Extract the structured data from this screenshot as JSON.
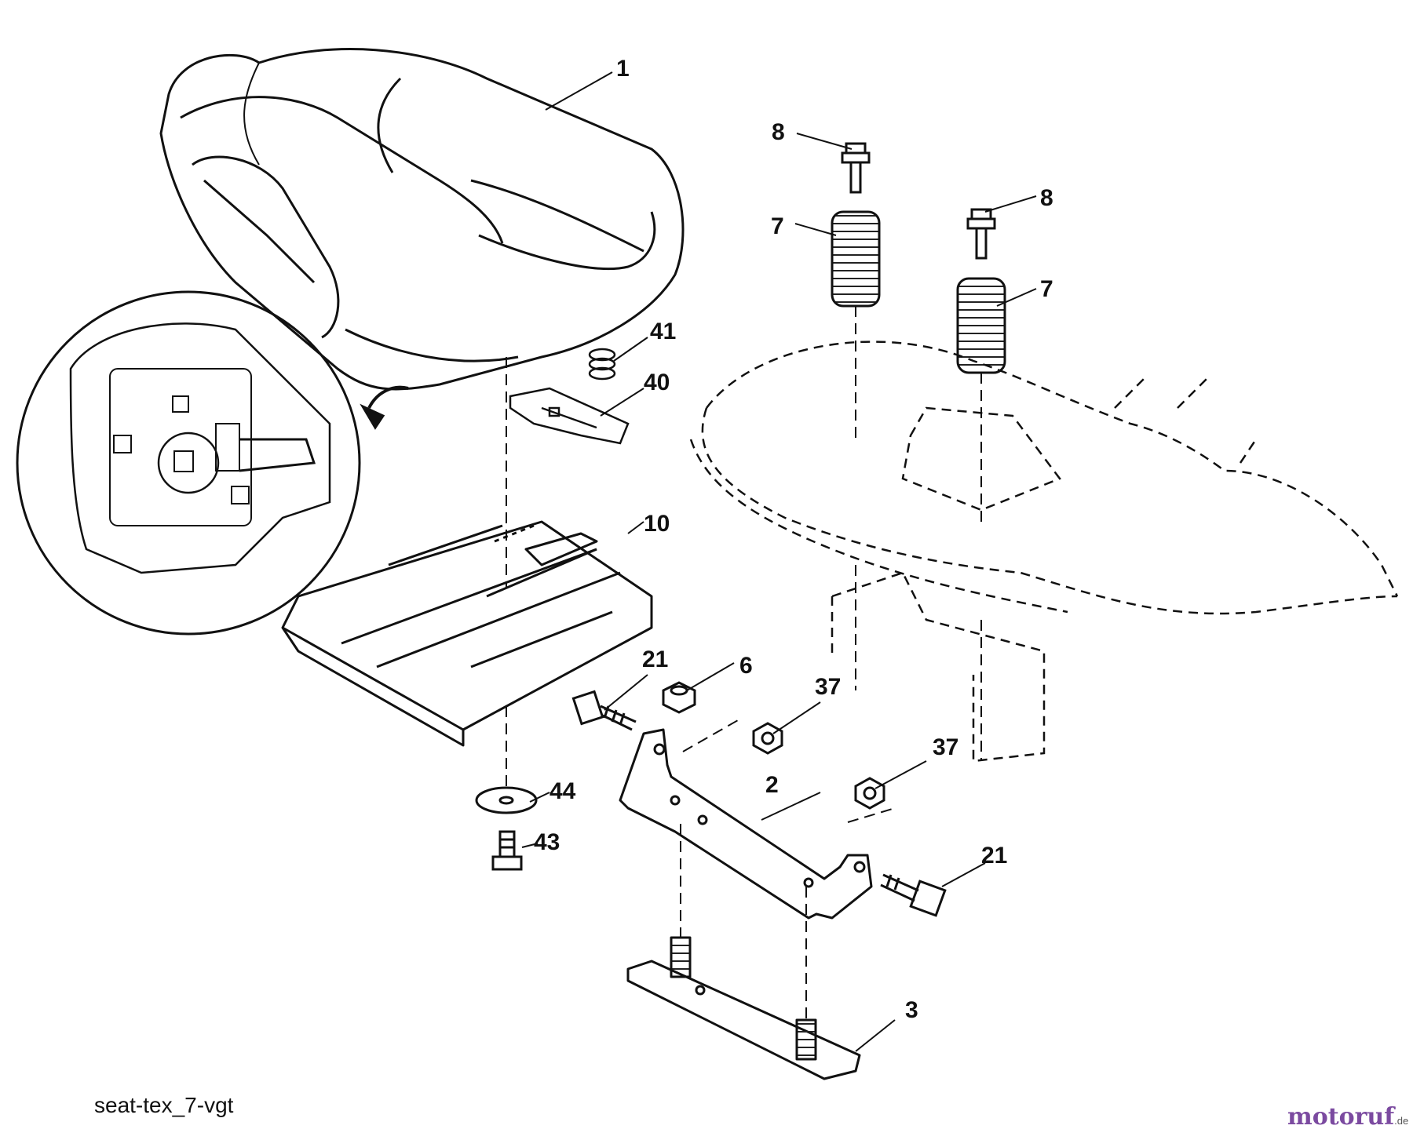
{
  "diagram": {
    "caption": "seat-tex_7-vgt",
    "logo": {
      "name": "motoruf",
      "accent_char": "f",
      "tld": ".de",
      "color_main": "#7b4aa0",
      "color_accent": "#6aa02c"
    },
    "callouts": [
      {
        "id": "c1",
        "label": "1"
      },
      {
        "id": "c8a",
        "label": "8"
      },
      {
        "id": "c8b",
        "label": "8"
      },
      {
        "id": "c7a",
        "label": "7"
      },
      {
        "id": "c7b",
        "label": "7"
      },
      {
        "id": "c41",
        "label": "41"
      },
      {
        "id": "c40",
        "label": "40"
      },
      {
        "id": "c10",
        "label": "10"
      },
      {
        "id": "c21a",
        "label": "21"
      },
      {
        "id": "c6",
        "label": "6"
      },
      {
        "id": "c37a",
        "label": "37"
      },
      {
        "id": "c37b",
        "label": "37"
      },
      {
        "id": "c2",
        "label": "2"
      },
      {
        "id": "c44",
        "label": "44"
      },
      {
        "id": "c43",
        "label": "43"
      },
      {
        "id": "c21b",
        "label": "21"
      },
      {
        "id": "c3",
        "label": "3"
      }
    ]
  }
}
